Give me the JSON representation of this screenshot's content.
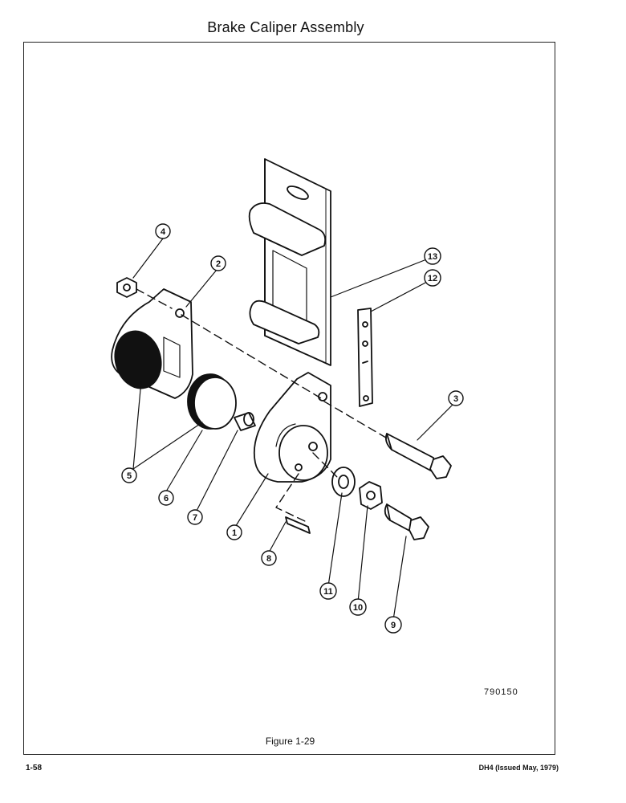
{
  "page": {
    "title": "Brake Caliper Assembly",
    "figure_caption": "Figure 1-29",
    "page_number": "1-58",
    "doc_id": "DH4 (Issued May, 1979)",
    "drawing_code": "790150"
  },
  "callouts": [
    "1",
    "2",
    "3",
    "4",
    "5",
    "6",
    "7",
    "8",
    "9",
    "10",
    "11",
    "12",
    "13"
  ]
}
